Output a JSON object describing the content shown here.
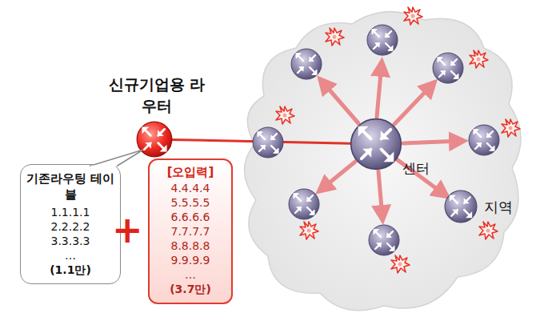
{
  "diagram": {
    "nodes": [
      {
        "text": [
          "신규기업용 라우터"
        ]
      },
      {
        "text": [
          "기존라우팅 테이블",
          "1.1.1.1",
          "2.2.2.2",
          "3.3.3.3",
          "…",
          "(1.1만)"
        ]
      },
      {
        "text": [
          "[오입력]",
          "4.4.4.4",
          "5.5.5.5",
          "6.6.6.6",
          "7.7.7.7",
          "8.8.8.8",
          "9.9.9.9",
          "…",
          "(3.7만)"
        ]
      },
      {
        "text": [
          "센터"
        ]
      },
      {
        "text": [
          "지역"
        ]
      }
    ],
    "edges": [
      {
        "from": 0,
        "to": 3,
        "arrow": "none"
      },
      {
        "from": 3,
        "to": 4,
        "arrow": "to"
      }
    ],
    "labels": [
      "+"
    ]
  }
}
